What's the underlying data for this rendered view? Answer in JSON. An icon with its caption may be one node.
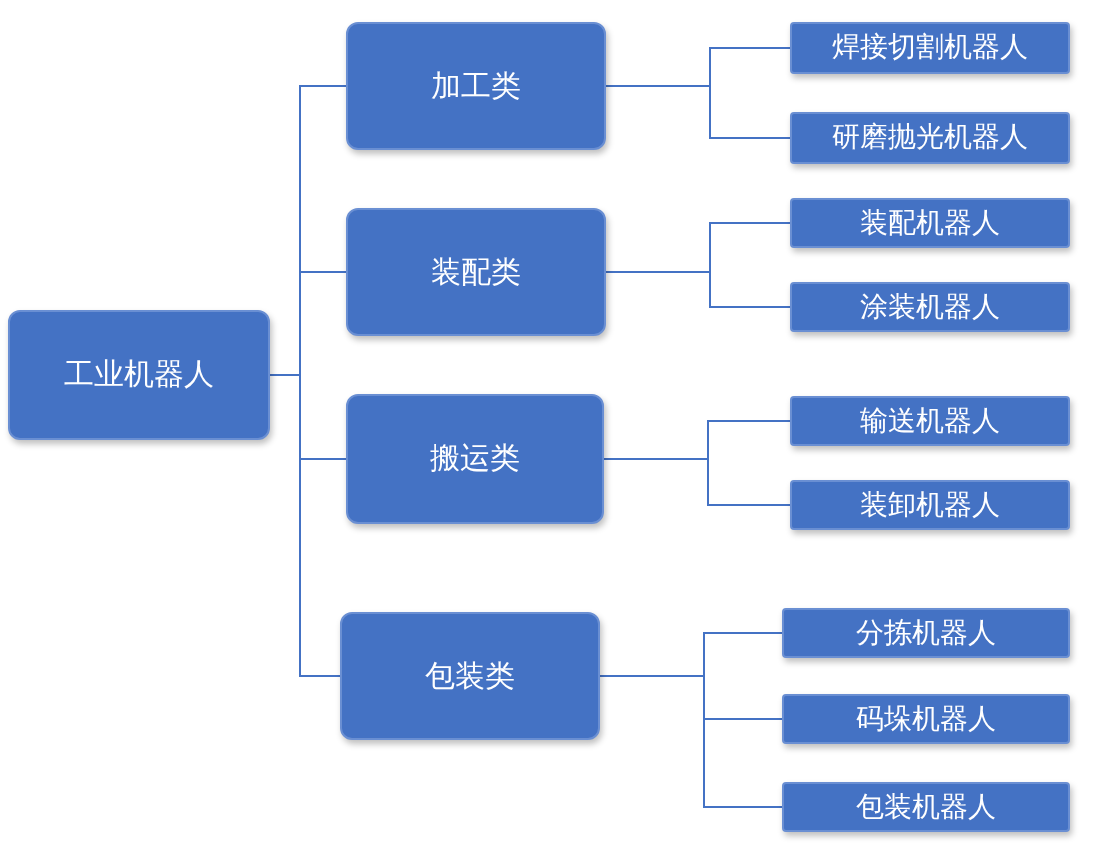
{
  "diagram": {
    "nodes": [
      {
        "text": [
          "工业机器人"
        ]
      },
      {
        "text": [
          "加工类"
        ]
      },
      {
        "text": [
          "装配类"
        ]
      },
      {
        "text": [
          "搬运类"
        ]
      },
      {
        "text": [
          "包装类"
        ]
      },
      {
        "text": [
          "焊接切割机器人"
        ]
      },
      {
        "text": [
          "研磨抛光机器人"
        ]
      },
      {
        "text": [
          "装配机器人"
        ]
      },
      {
        "text": [
          "涂装机器人"
        ]
      },
      {
        "text": [
          "输送机器人"
        ]
      },
      {
        "text": [
          "装卸机器人"
        ]
      },
      {
        "text": [
          "分拣机器人"
        ]
      },
      {
        "text": [
          "码垛机器人"
        ]
      },
      {
        "text": [
          "包装机器人"
        ]
      }
    ],
    "edges": [
      {
        "from": 0,
        "to": 1,
        "arrow": "none"
      },
      {
        "from": 0,
        "to": 2,
        "arrow": "none"
      },
      {
        "from": 0,
        "to": 3,
        "arrow": "none"
      },
      {
        "from": 0,
        "to": 4,
        "arrow": "none"
      },
      {
        "from": 1,
        "to": 5,
        "arrow": "none"
      },
      {
        "from": 1,
        "to": 6,
        "arrow": "none"
      },
      {
        "from": 2,
        "to": 7,
        "arrow": "none"
      },
      {
        "from": 2,
        "to": 8,
        "arrow": "none"
      },
      {
        "from": 3,
        "to": 9,
        "arrow": "none"
      },
      {
        "from": 3,
        "to": 10,
        "arrow": "none"
      },
      {
        "from": 4,
        "to": 11,
        "arrow": "none"
      },
      {
        "from": 4,
        "to": 12,
        "arrow": "none"
      },
      {
        "from": 4,
        "to": 13,
        "arrow": "none"
      }
    ]
  }
}
